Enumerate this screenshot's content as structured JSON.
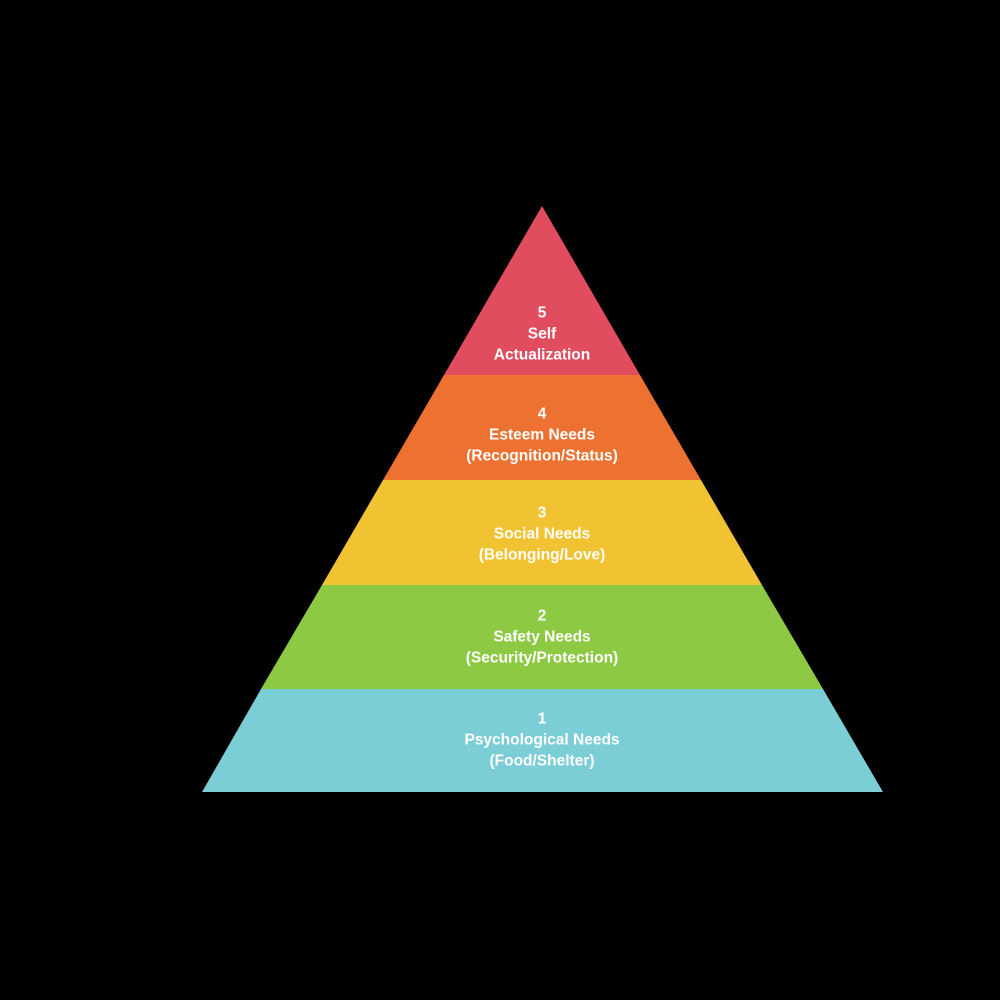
{
  "background_color": "#000000",
  "text_color": "#ffffff",
  "pyramid": {
    "levels": [
      {
        "lines": [
          "5",
          "Self",
          "Actualization"
        ],
        "color": "#e14d5e"
      },
      {
        "lines": [
          "4",
          "Esteem Needs",
          "(Recognition/Status)"
        ],
        "color": "#ed7231"
      },
      {
        "lines": [
          "3",
          "Social Needs",
          "(Belonging/Love)"
        ],
        "color": "#f1c232"
      },
      {
        "lines": [
          "2",
          "Safety Needs",
          "(Security/Protection)"
        ],
        "color": "#8dc943"
      },
      {
        "lines": [
          "1",
          "Psychological Needs",
          "(Food/Shelter)"
        ],
        "color": "#7bcdd6"
      }
    ]
  }
}
